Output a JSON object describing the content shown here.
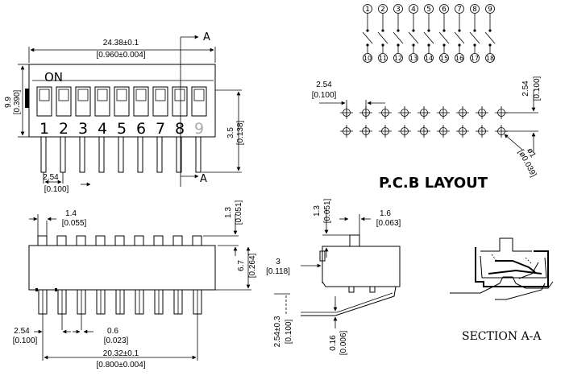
{
  "front_view": {
    "overall_width": "24.38±0.1",
    "overall_width_in": "[0.960±0.004]",
    "height": "9.9",
    "height_in": "[0.390]",
    "on_label": "ON",
    "pin_height": "3.5",
    "pin_height_in": "[0.138]",
    "pitch": "2.54",
    "pitch_in": "[0.100]",
    "section_mark": "A",
    "switch_numbers": [
      "1",
      "2",
      "3",
      "4",
      "5",
      "6",
      "7",
      "8",
      "9"
    ]
  },
  "pcb": {
    "pitch_h": "2.54",
    "pitch_h_in": "[0.100]",
    "pitch_v": "2.54",
    "pitch_v_in": "[0.100]",
    "hole": "ø1",
    "hole_in": "[ø0.039]",
    "title": "P.C.B  LAYOUT"
  },
  "schematic": {
    "top_numbers": [
      "1",
      "2",
      "3",
      "4",
      "5",
      "6",
      "7",
      "8",
      "9"
    ],
    "bottom_numbers": [
      "10",
      "11",
      "12",
      "13",
      "14",
      "15",
      "16",
      "17",
      "18"
    ]
  },
  "bottom_view": {
    "actuator_width": "1.4",
    "actuator_width_in": "[0.055]",
    "actuator_height": "1.3",
    "actuator_height_in": "[0.051]",
    "body_height": "6.7",
    "body_height_in": "[0.264]",
    "pitch": "2.54",
    "pitch_in": "[0.100]",
    "pin_width": "0.6",
    "pin_width_in": "[0.023]",
    "span": "20.32±0.1",
    "span_in": "[0.800±0.004]"
  },
  "side_view": {
    "actuator_height": "1.3",
    "actuator_height_in": "[0.051]",
    "actuator_width": "1.6",
    "actuator_width_in": "[0.063]",
    "body_offset": "3",
    "body_offset_in": "[0.118]",
    "pin_length": "2.54±0.3",
    "pin_length_in": "[0.100]",
    "pin_thickness": "0.16",
    "pin_thickness_in": "[0.006]"
  },
  "section": {
    "title": "SECTION  A-A"
  }
}
